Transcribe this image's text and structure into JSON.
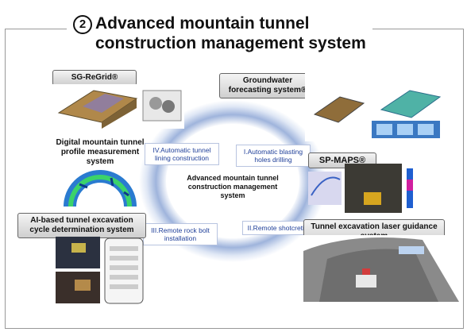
{
  "header": {
    "number": "2",
    "title_line1": "Advanced mountain tunnel",
    "title_line2": "construction management system"
  },
  "center": {
    "label": "Advanced mountain tunnel construction management system"
  },
  "ring": [
    {
      "id": "i",
      "label": "I.Automatic blasting holes drilling"
    },
    {
      "id": "ii",
      "label": "II.Remote shotcreting"
    },
    {
      "id": "iii",
      "label": "III.Remote rock bolt installation"
    },
    {
      "id": "iv",
      "label": "IV.Automatic tunnel lining construction"
    }
  ],
  "systems": {
    "sg_regrid": "SG-ReGrid®",
    "digital_profile": "Digital mountain tunnel profile measurement system",
    "ai_cycle": "AI-based tunnel excavation cycle determination system",
    "groundwater": "Groundwater forecasting system®",
    "sp_maps": "SP-MAPS®",
    "laser_guidance": "Tunnel excavation laser guidance system"
  },
  "colors": {
    "ring_blue": "#9fb4dc",
    "label_blue": "#1f3f99",
    "border_gray": "#999999"
  }
}
